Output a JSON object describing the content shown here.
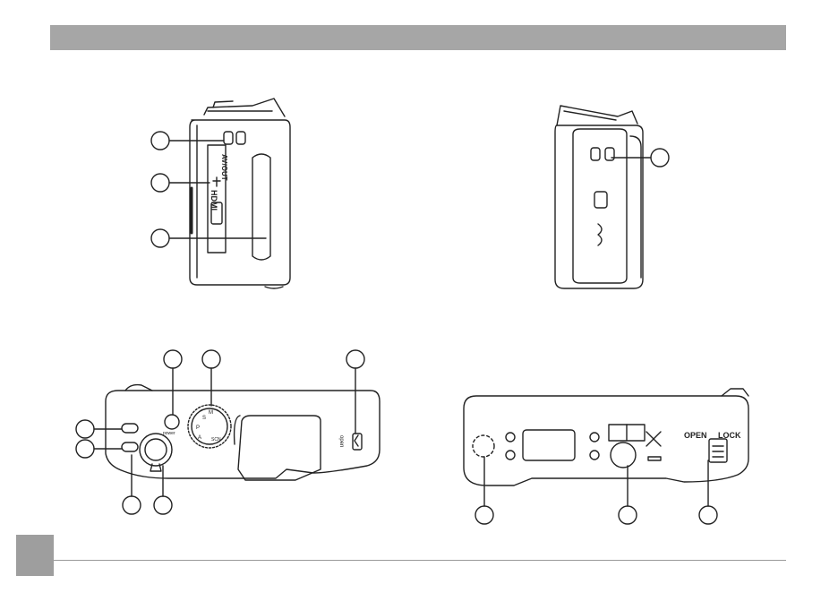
{
  "colors": {
    "header": "#a6a6a6",
    "tab": "#9e9e9e",
    "rule": "#9a9a9a",
    "line": "#222222"
  },
  "side_view": {
    "port_label_av": "AV/OUT",
    "port_label_hdmi": "HDMI"
  },
  "top_view": {
    "dial_modes": [
      "S",
      "P",
      "M",
      "A",
      "SCN"
    ],
    "button_label_power": "power",
    "switch_label": "open"
  },
  "bottom_view": {
    "latch_open": "OPEN",
    "latch_lock": "LOCK"
  }
}
